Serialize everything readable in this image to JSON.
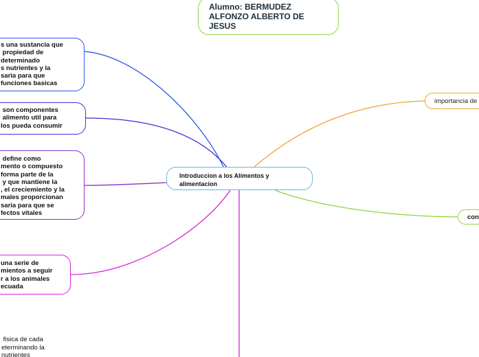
{
  "title_node": "Alumno: BERMUDEZ\nALFONZO ALBERTO DE\nJESUS",
  "central_topic": "Introduccion a los Alimentos y\nalimentacion",
  "branches": [
    {
      "text": "s una sustancia que\n propiedad de\ndeterminado\ns nutrientes y la\nsaria para que\nfunciones basicas",
      "color": "#2a55e5"
    },
    {
      "text": " son componentes\n alimento util para\nlos pueda consumir",
      "color": "#3a2fd0"
    },
    {
      "text": " define como\nmento o compuesto\nforma parte de la\n y que mantiene la\n, el creciemiento y la\nmales proporcionan\nsaria para que se\nfectos vitales",
      "color": "#8a2fc8"
    },
    {
      "text": "una serie de\nmientos a seguir\nr a los animales\necuada",
      "color": "#d424d8"
    },
    {
      "text": "importancia de",
      "color": "#f0a030"
    },
    {
      "text": "con",
      "color": "#8fd540"
    },
    {
      "text": " fisica de cada\neterminando la\nnutrientes",
      "color": "#d424d8"
    }
  ],
  "colors": {
    "title_border": "#9ad14a",
    "central_border": "#68b4e0"
  }
}
